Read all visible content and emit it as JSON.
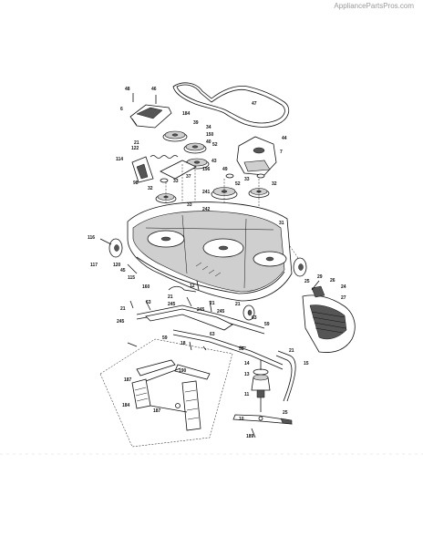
{
  "watermark": "AppliancePartsPros.com",
  "callouts": [
    {
      "id": "c48a",
      "text": "48"
    },
    {
      "id": "c46a",
      "text": "46"
    },
    {
      "id": "c6",
      "text": "6"
    },
    {
      "id": "c47",
      "text": "47"
    },
    {
      "id": "c184a",
      "text": "184"
    },
    {
      "id": "c39",
      "text": "39"
    },
    {
      "id": "c34",
      "text": "34"
    },
    {
      "id": "c150",
      "text": "150"
    },
    {
      "id": "c40",
      "text": "40"
    },
    {
      "id": "c52",
      "text": "52"
    },
    {
      "id": "c43",
      "text": "43"
    },
    {
      "id": "c196",
      "text": "196"
    },
    {
      "id": "c37",
      "text": "37"
    },
    {
      "id": "c21a",
      "text": "21"
    },
    {
      "id": "c122",
      "text": "122"
    },
    {
      "id": "c114",
      "text": "114"
    },
    {
      "id": "c98",
      "text": "98"
    },
    {
      "id": "c33a",
      "text": "33"
    },
    {
      "id": "c32a",
      "text": "32"
    },
    {
      "id": "c241",
      "text": "241"
    },
    {
      "id": "c33b",
      "text": "33"
    },
    {
      "id": "c242",
      "text": "242"
    },
    {
      "id": "c49",
      "text": "49"
    },
    {
      "id": "c52b",
      "text": "52"
    },
    {
      "id": "c33c",
      "text": "33"
    },
    {
      "id": "c32b",
      "text": "32"
    },
    {
      "id": "c44",
      "text": "44"
    },
    {
      "id": "c7",
      "text": "7"
    },
    {
      "id": "c31",
      "text": "31"
    },
    {
      "id": "c116",
      "text": "116"
    },
    {
      "id": "c117",
      "text": "117"
    },
    {
      "id": "c120",
      "text": "120"
    },
    {
      "id": "c45",
      "text": "45"
    },
    {
      "id": "c115",
      "text": "115"
    },
    {
      "id": "c160",
      "text": "160"
    },
    {
      "id": "c12",
      "text": "12"
    },
    {
      "id": "c29",
      "text": "29"
    },
    {
      "id": "c25",
      "text": "25"
    },
    {
      "id": "c26",
      "text": "26"
    },
    {
      "id": "c24",
      "text": "24"
    },
    {
      "id": "c27",
      "text": "27"
    },
    {
      "id": "c63a",
      "text": "63"
    },
    {
      "id": "c21b",
      "text": "21"
    },
    {
      "id": "c245a",
      "text": "245"
    },
    {
      "id": "c245b",
      "text": "245"
    },
    {
      "id": "c245c",
      "text": "245"
    },
    {
      "id": "c245d",
      "text": "245"
    },
    {
      "id": "c21c",
      "text": "21"
    },
    {
      "id": "c21d",
      "text": "21"
    },
    {
      "id": "c21e",
      "text": "21"
    },
    {
      "id": "c63b",
      "text": "63"
    },
    {
      "id": "c59a",
      "text": "59"
    },
    {
      "id": "c59b",
      "text": "59"
    },
    {
      "id": "c63c",
      "text": "63"
    },
    {
      "id": "c18",
      "text": "18"
    },
    {
      "id": "c58",
      "text": "58"
    },
    {
      "id": "c21f",
      "text": "21"
    },
    {
      "id": "c15",
      "text": "15"
    },
    {
      "id": "c14",
      "text": "14"
    },
    {
      "id": "c13",
      "text": "13"
    },
    {
      "id": "c11",
      "text": "11"
    },
    {
      "id": "c10",
      "text": "10"
    },
    {
      "id": "c25b",
      "text": "25"
    },
    {
      "id": "c189",
      "text": "189"
    },
    {
      "id": "c190",
      "text": "190"
    },
    {
      "id": "c187a",
      "text": "187"
    },
    {
      "id": "c184b",
      "text": "184"
    },
    {
      "id": "c187b",
      "text": "187"
    }
  ]
}
